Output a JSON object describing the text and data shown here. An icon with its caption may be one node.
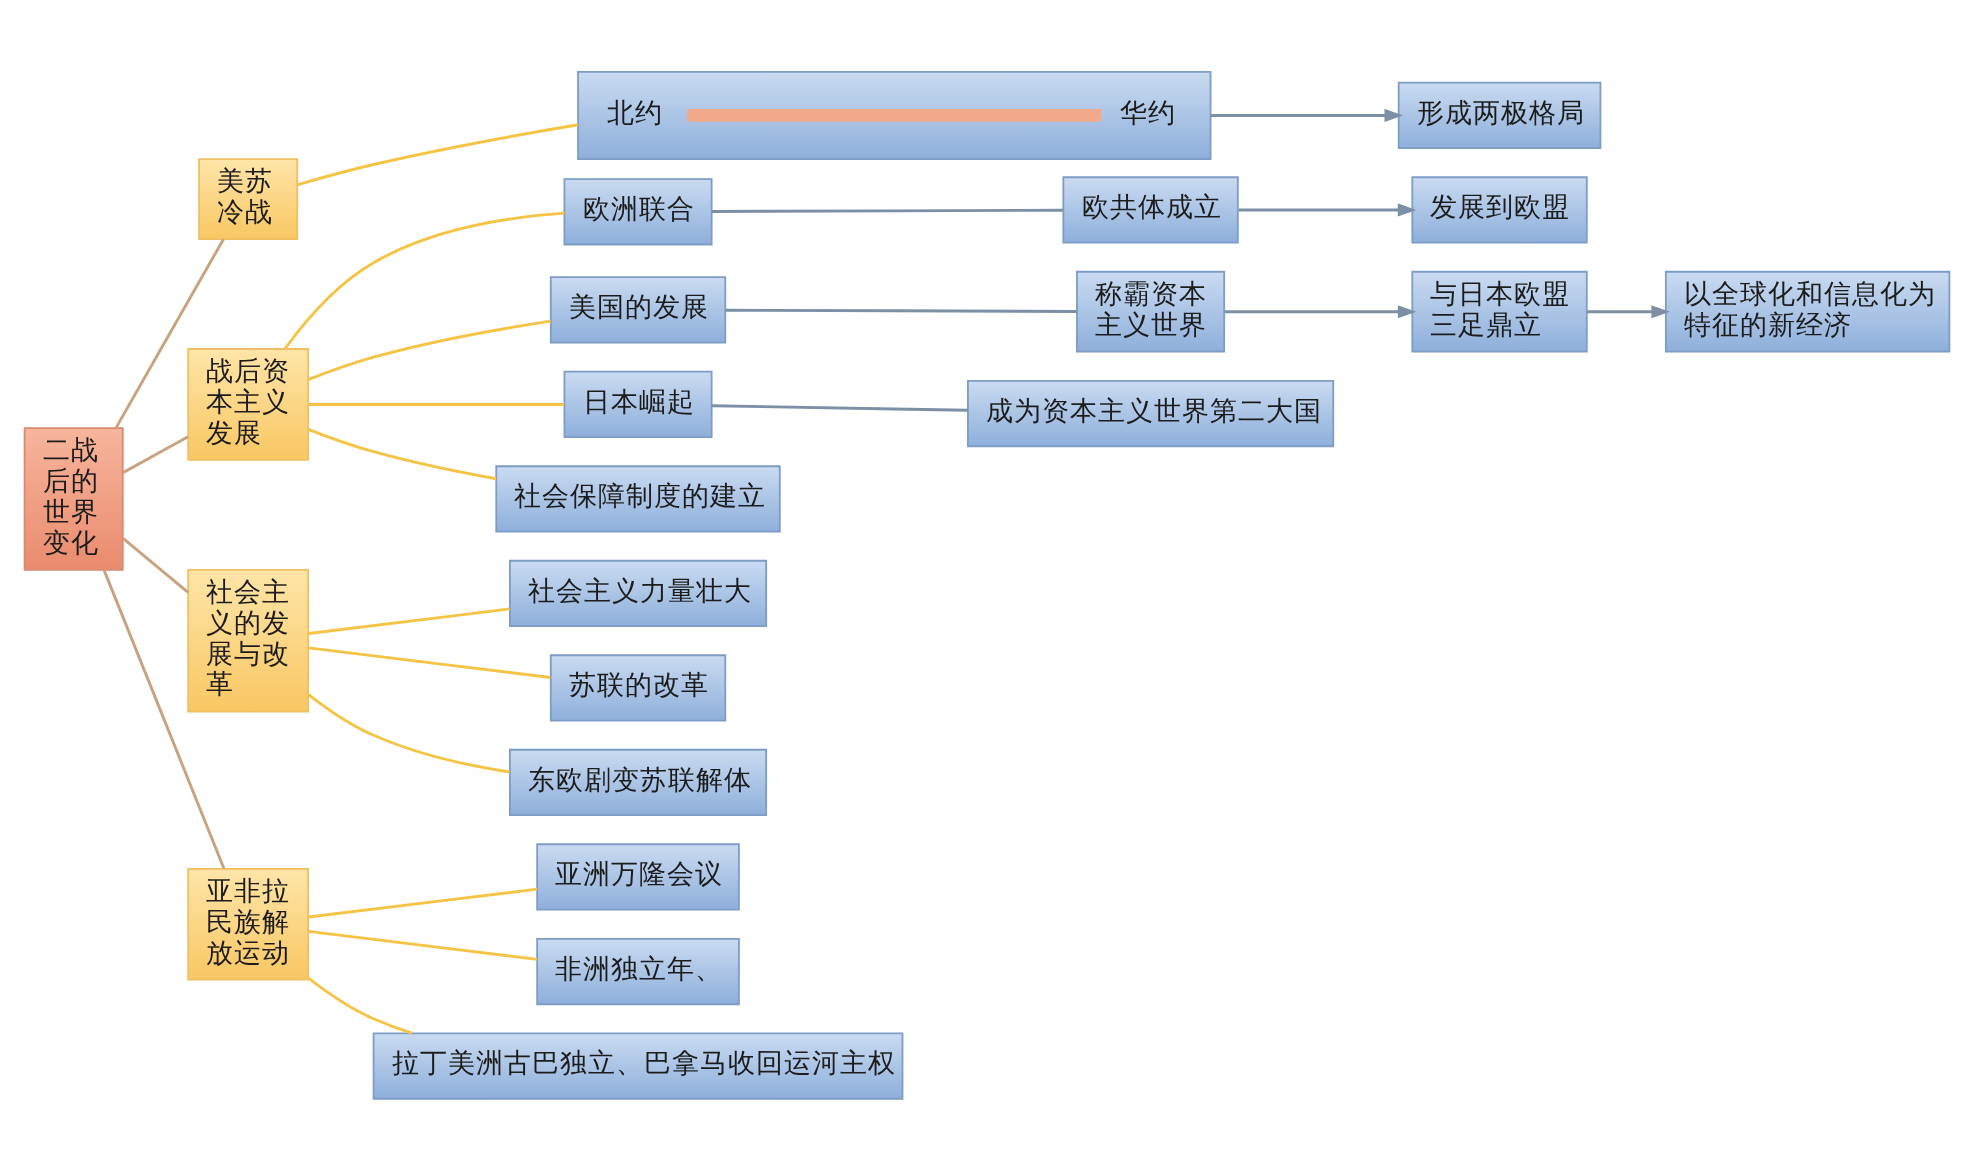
{
  "diagram": {
    "nodes": [
      {
        "text": [
          "二战后的世界变化"
        ]
      },
      {
        "text": [
          "美苏冷战"
        ]
      },
      {
        "text": [],
        "shape": "box"
      },
      {
        "text": [
          "北约"
        ],
        "in": 2
      },
      {
        "text": [
          "华约"
        ],
        "in": 2
      },
      {
        "text": [
          "形成两极格局"
        ]
      },
      {
        "text": [
          "战后资本主义发展"
        ]
      },
      {
        "text": [
          "欧洲联合"
        ]
      },
      {
        "text": [
          "欧共体成立"
        ]
      },
      {
        "text": [
          "发展到欧盟"
        ]
      },
      {
        "text": [
          "美国的发展"
        ]
      },
      {
        "text": [
          "称霸资本主义世界"
        ]
      },
      {
        "text": [
          "与日本欧盟三足鼎立"
        ]
      },
      {
        "text": [
          "以全球化和信息化为特征的新经济"
        ]
      },
      {
        "text": [
          "日本崛起"
        ]
      },
      {
        "text": [
          "成为资本主义世界第二大国"
        ]
      },
      {
        "text": [
          "社会保障制度的建立"
        ]
      },
      {
        "text": [
          "社会主义的发展与改革"
        ]
      },
      {
        "text": [
          "社会主义力量壮大"
        ]
      },
      {
        "text": [
          "苏联的改革"
        ]
      },
      {
        "text": [
          "东欧剧变苏联解体"
        ]
      },
      {
        "text": [
          "亚非拉民族解放运动"
        ]
      },
      {
        "text": [
          "亚洲万隆会议"
        ]
      },
      {
        "text": [
          "非洲独立年、"
        ]
      },
      {
        "text": [
          "拉丁美洲古巴独立、巴拿马收回运河主权"
        ]
      }
    ],
    "edges": [
      {
        "from": 0,
        "to": 1,
        "arrow": "none",
        "color": "#c9a27f"
      },
      {
        "from": 0,
        "to": 6,
        "arrow": "none",
        "color": "#c9a27f"
      },
      {
        "from": 0,
        "to": 17,
        "arrow": "none",
        "color": "#c9a27f"
      },
      {
        "from": 0,
        "to": 21,
        "arrow": "none",
        "color": "#c9a27f"
      },
      {
        "from": 1,
        "to": 2,
        "arrow": "none"
      },
      {
        "from": 3,
        "to": 4,
        "arrow": "none",
        "style": "thick",
        "color": "#f2a98b"
      },
      {
        "from": 2,
        "to": 5,
        "arrow": "to",
        "color": "#7b8fa5"
      },
      {
        "from": 6,
        "to": 7,
        "arrow": "none"
      },
      {
        "from": 6,
        "to": 10,
        "arrow": "none"
      },
      {
        "from": 6,
        "to": 14,
        "arrow": "none"
      },
      {
        "from": 6,
        "to": 16,
        "arrow": "none"
      },
      {
        "from": 7,
        "to": 8,
        "arrow": "none",
        "color": "#7b8fa5"
      },
      {
        "from": 8,
        "to": 9,
        "arrow": "to",
        "color": "#7b8fa5"
      },
      {
        "from": 10,
        "to": 11,
        "arrow": "none",
        "color": "#7b8fa5"
      },
      {
        "from": 11,
        "to": 12,
        "arrow": "to",
        "color": "#7b8fa5"
      },
      {
        "from": 12,
        "to": 13,
        "arrow": "to",
        "color": "#7b8fa5"
      },
      {
        "from": 14,
        "to": 15,
        "arrow": "none",
        "color": "#7b8fa5"
      },
      {
        "from": 17,
        "to": 18,
        "arrow": "none"
      },
      {
        "from": 17,
        "to": 19,
        "arrow": "none"
      },
      {
        "from": 17,
        "to": 20,
        "arrow": "none"
      },
      {
        "from": 21,
        "to": 22,
        "arrow": "none"
      },
      {
        "from": 21,
        "to": 23,
        "arrow": "none"
      },
      {
        "from": 21,
        "to": 24,
        "arrow": "none"
      }
    ]
  }
}
